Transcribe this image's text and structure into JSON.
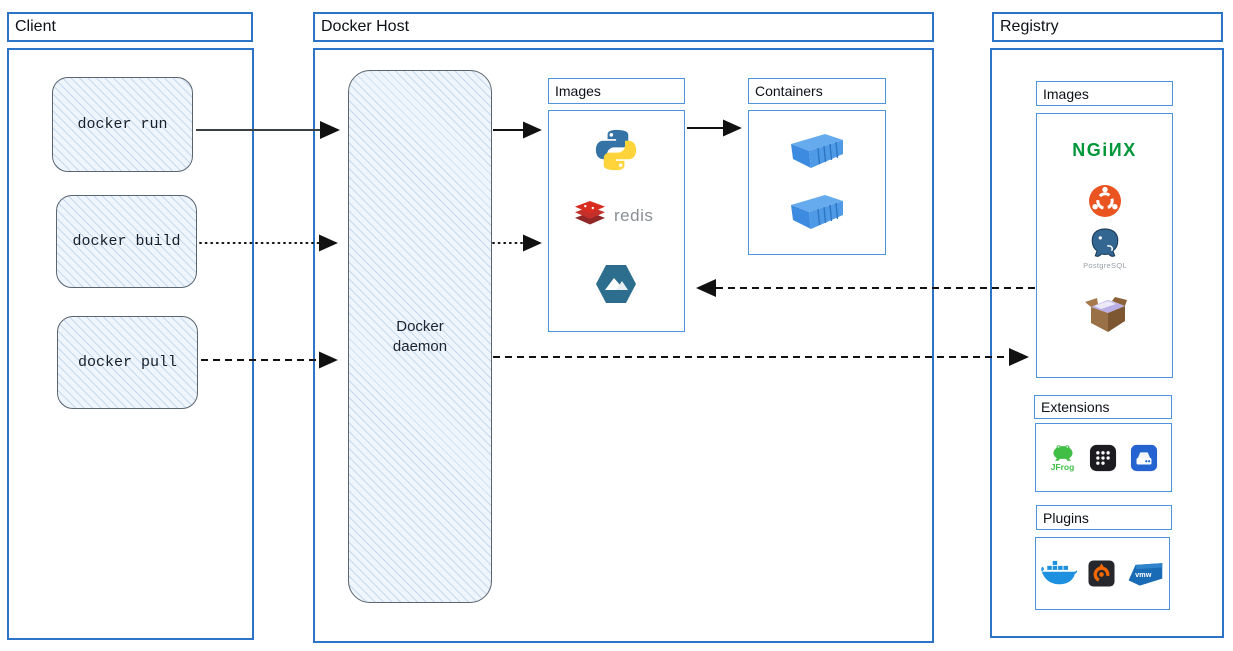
{
  "client": {
    "title": "Client",
    "commands": [
      {
        "label": "docker run",
        "arrow_style": "solid"
      },
      {
        "label": "docker build",
        "arrow_style": "dotted"
      },
      {
        "label": "docker pull",
        "arrow_style": "dashed"
      }
    ]
  },
  "docker_host": {
    "title": "Docker Host",
    "daemon_label": "Docker daemon",
    "images_title": "Images",
    "containers_title": "Containers",
    "image_icons": [
      "python-icon",
      "redis-icon",
      "alpine-icon"
    ],
    "redis_label": "redis",
    "container_icons": [
      "container-icon",
      "container-icon"
    ]
  },
  "registry": {
    "title": "Registry",
    "images_title": "Images",
    "extensions_title": "Extensions",
    "plugins_title": "Plugins",
    "nginx_label": "NGiИX",
    "postgresql_label": "PostgreSQL",
    "jfrog_label": "JFrog",
    "vmware_label": "vmw",
    "image_icons": [
      "nginx-logo",
      "ubuntu-icon",
      "postgresql-icon",
      "busybox-icon"
    ],
    "extension_icons": [
      "jfrog-icon",
      "app-grid-icon",
      "disk-usage-icon"
    ],
    "plugin_icons": [
      "docker-whale-icon",
      "grafana-icon",
      "vmware-icon"
    ]
  },
  "arrows": [
    {
      "from": "docker-run",
      "to": "docker-daemon",
      "style": "solid"
    },
    {
      "from": "docker-build",
      "to": "docker-daemon",
      "style": "dotted"
    },
    {
      "from": "docker-pull",
      "to": "docker-daemon",
      "style": "dashed"
    },
    {
      "from": "docker-daemon",
      "to": "host-images",
      "style": "solid"
    },
    {
      "from": "host-images",
      "to": "containers",
      "style": "solid"
    },
    {
      "from": "docker-daemon",
      "to": "host-images",
      "style": "dotted"
    },
    {
      "from": "registry-images",
      "to": "host-images",
      "style": "dashed"
    },
    {
      "from": "docker-daemon",
      "to": "registry-images",
      "style": "dashed"
    }
  ],
  "colors": {
    "section_border": "#2d74c6",
    "inner_border": "#4f93da",
    "sketch_border": "#5b6570",
    "sketch_fill": "#eef5fc",
    "arrow": "#111111",
    "nginx_green": "#009639",
    "ubuntu_orange": "#E95420",
    "redis_red": "#C6302B",
    "python_blue": "#3572A5",
    "python_yellow": "#FFD43B",
    "alpine_teal": "#2D6E8E",
    "container_blue": "#3F8FE3",
    "docker_blue": "#1D90E0",
    "grafana_orange": "#F46800",
    "vmware_blue": "#1A6BB5",
    "jfrog_green": "#40BE46",
    "postgres_blue": "#336791"
  }
}
